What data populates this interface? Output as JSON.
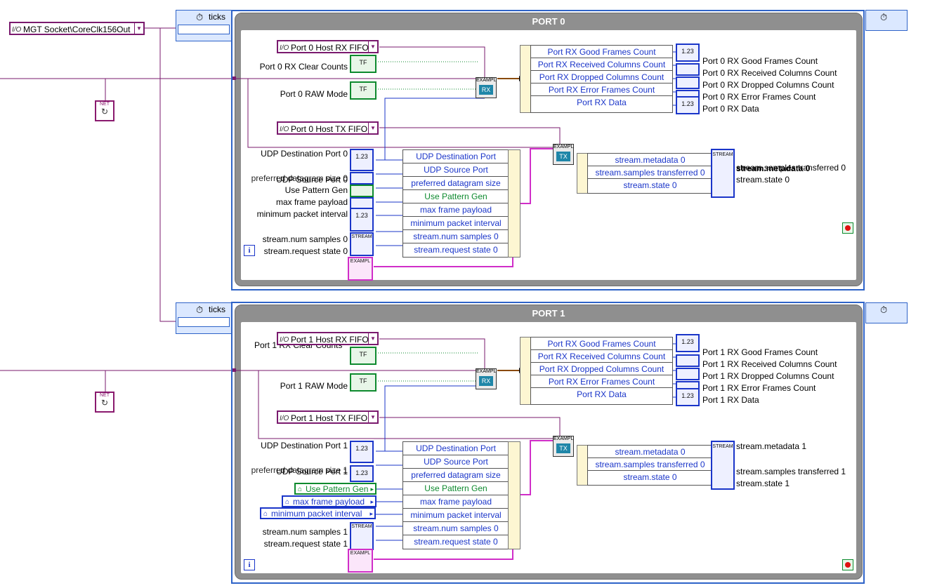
{
  "top_control": {
    "label": "MGT Socket\\CoreClk156Out",
    "io": "I/O"
  },
  "timers": [
    {
      "label": "ticks"
    },
    {
      "label": "ticks"
    }
  ],
  "loops": [
    {
      "title": "PORT 0",
      "rx_fifo": "Port 0 Host RX FIFO",
      "tx_fifo": "Port 0 Host TX FIFO",
      "rx_clear": "Port 0 RX Clear Counts",
      "raw_mode": "Port 0 RAW Mode",
      "rx_node": "RX",
      "tx_node": "TX",
      "rx_bundle": [
        "Port RX Good Frames Count",
        "Port RX Received Columns Count",
        "Port RX Dropped Columns Count",
        "Port RX Error Frames Count",
        "Port RX Data"
      ],
      "rx_outputs": [
        "Port 0 RX Good Frames Count",
        "Port 0 RX Received Columns Count",
        "Port 0 RX Dropped Columns Count",
        "Port 0 RX Error Frames Count",
        "Port 0 RX Data"
      ],
      "left_labels": [
        "UDP Destination Port 0",
        "UDP Source Port 0",
        "preferred datagram size 0",
        "Use Pattern Gen",
        "max frame payload",
        "minimum packet interval",
        "stream.num samples 0",
        "stream.request state 0"
      ],
      "tx_bundle": [
        "UDP Destination Port",
        "UDP Source Port",
        "preferred datagram size",
        "Use Pattern Gen",
        "max frame payload",
        "minimum packet interval",
        "stream.num samples 0",
        "stream.request state 0"
      ],
      "stream_bundle": [
        "stream.metadata 0",
        "stream.samples transferred 0",
        "stream.state 0"
      ],
      "stream_outputs": [
        "stream.metadata 0",
        "stream.samples transferred 0",
        "stream.state 0"
      ]
    },
    {
      "title": "PORT 1",
      "rx_fifo": "Port 1 Host RX FIFO",
      "tx_fifo": "Port 1 Host TX FIFO",
      "rx_clear": "Port 1 RX Clear Counts",
      "raw_mode": "Port 1 RAW Mode",
      "rx_node": "RX",
      "tx_node": "TX",
      "rx_bundle": [
        "Port RX Good Frames Count",
        "Port RX Received Columns Count",
        "Port RX Dropped Columns Count",
        "Port RX Error Frames Count",
        "Port RX Data"
      ],
      "rx_outputs": [
        "Port 1 RX Good Frames Count",
        "Port 1 RX Received Columns Count",
        "Port 1 RX Dropped Columns Count",
        "Port 1 RX Error Frames Count",
        "Port 1 RX Data"
      ],
      "left_labels": [
        "UDP Destination Port 1",
        "UDP Source Port 1",
        "preferred datagram size 1",
        "Use Pattern Gen",
        "max frame payload",
        "minimum packet interval",
        "stream.num samples 1",
        "stream.request state 1"
      ],
      "tx_bundle": [
        "UDP Destination Port",
        "UDP Source Port",
        "preferred datagram size",
        "Use Pattern Gen",
        "max frame payload",
        "minimum packet interval",
        "stream.num samples 0",
        "stream.request state 0"
      ],
      "stream_bundle": [
        "stream.metadata 0",
        "stream.samples transferred 0",
        "stream.state 0"
      ],
      "stream_outputs": [
        "stream.metadata 1",
        "stream.samples transferred 1",
        "stream.state 1"
      ]
    }
  ],
  "terminals": [
    "Use Pattern Gen",
    "max frame payload",
    "minimum packet interval"
  ],
  "node_captions": {
    "example": "EXAMPL",
    "net": "NET",
    "stream": "STREAM",
    "tf": "TF",
    "num": "1.23",
    "info": "i"
  },
  "colors": {
    "loop_frame": "#8f8f8f",
    "wire_purple": "#7a1a6e",
    "wire_blue": "#1a35c9",
    "wire_green": "#0d8a2e",
    "wire_pink": "#d02ec8",
    "wire_orange": "#8a4a00"
  }
}
